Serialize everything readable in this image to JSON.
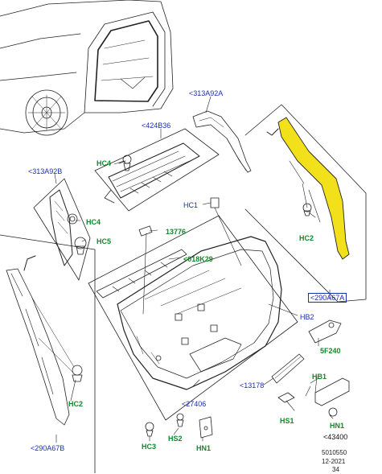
{
  "labels": {
    "l313A92A": "<313A92A",
    "l424B36": "<424B36",
    "l313A92B": "<313A92B",
    "hc4_top": "HC4",
    "hc4_left": "HC4",
    "hc5": "HC5",
    "hc1": "HC1",
    "l13776": "13776",
    "l018K29": "<018K29",
    "l290A67A": "<290A67A",
    "hc2_right": "HC2",
    "hb2": "HB2",
    "l5F240": "5F240",
    "hb1": "HB1",
    "l13178": "<13178",
    "hs1": "HS1",
    "hn1_right": "HN1",
    "l43400": "<43400",
    "l27406": "<27406",
    "hc2_left": "HC2",
    "l290A67B": "<290A67B",
    "hc3": "HC3",
    "hs2": "HS2",
    "hn1_bottom": "HN1"
  },
  "footer": {
    "code": "5010550",
    "date": "12-2021",
    "page": "34"
  },
  "colors": {
    "callout_blue": "#1a2fb0",
    "callout_green": "#0e8a2a",
    "highlight": "#f2e01a",
    "line": "#222222"
  }
}
